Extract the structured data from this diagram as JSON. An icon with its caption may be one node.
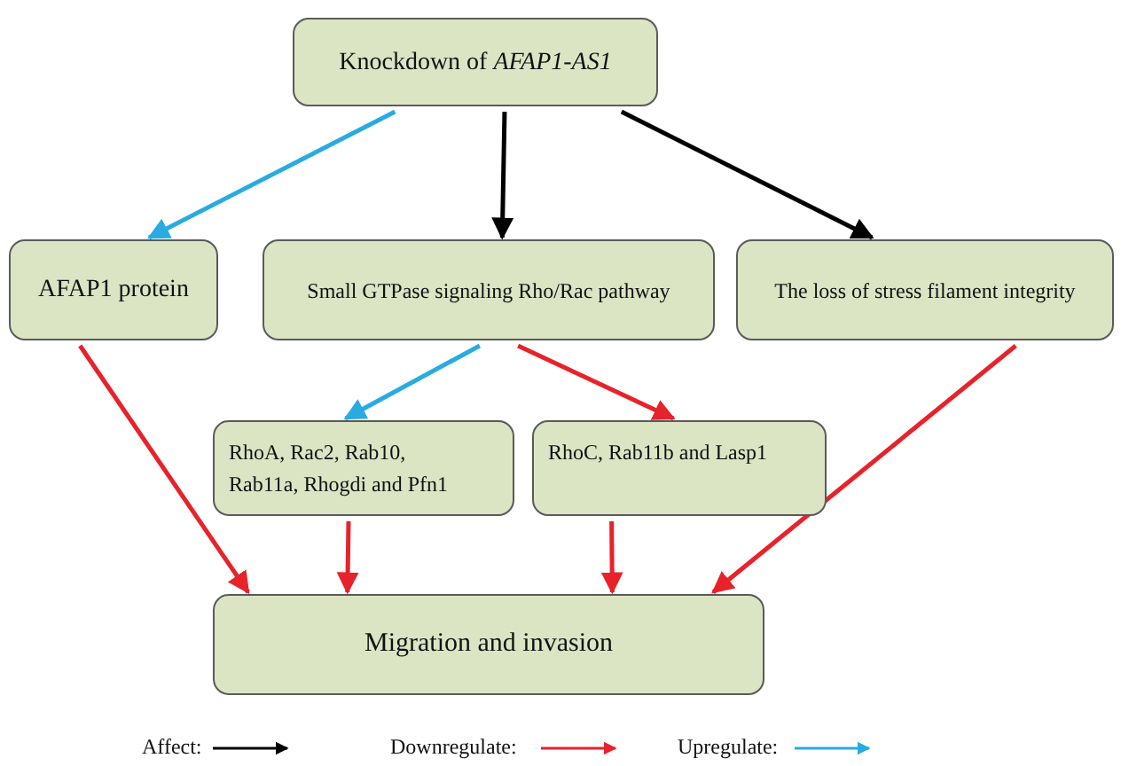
{
  "diagram": {
    "nodes": [
      {
        "text": [
          "Knockdown of *AFAP1-AS1*"
        ]
      },
      {
        "text": [
          "AFAP1 protein"
        ]
      },
      {
        "text": [
          "Small GTPase signaling Rho/Rac pathway"
        ]
      },
      {
        "text": [
          "The loss of stress filament integrity"
        ]
      },
      {
        "text": [
          "RhoA, Rac2, Rab10, Rab11a, Rhogdi and Pfn1"
        ]
      },
      {
        "text": [
          "RhoC, Rab11b and Lasp1"
        ]
      },
      {
        "text": [
          "Migration and invasion"
        ]
      }
    ],
    "edges": [
      {
        "from": 0,
        "to": 1,
        "arrow": "to",
        "color": "#29abe2"
      },
      {
        "from": 0,
        "to": 2,
        "arrow": "to",
        "color": "#000000"
      },
      {
        "from": 0,
        "to": 3,
        "arrow": "to",
        "color": "#000000"
      },
      {
        "from": 2,
        "to": 4,
        "arrow": "to",
        "color": "#29abe2"
      },
      {
        "from": 2,
        "to": 5,
        "arrow": "to"
      },
      {
        "from": 1,
        "to": 6,
        "arrow": "to"
      },
      {
        "from": 4,
        "to": 6,
        "arrow": "to"
      },
      {
        "from": 5,
        "to": 6,
        "arrow": "to"
      },
      {
        "from": 3,
        "to": 6,
        "arrow": "to"
      }
    ],
    "legend": [
      {
        "text": "Affect:"
      },
      {
        "text": "Downregulate:"
      },
      {
        "text": "Upregulate:"
      }
    ]
  }
}
